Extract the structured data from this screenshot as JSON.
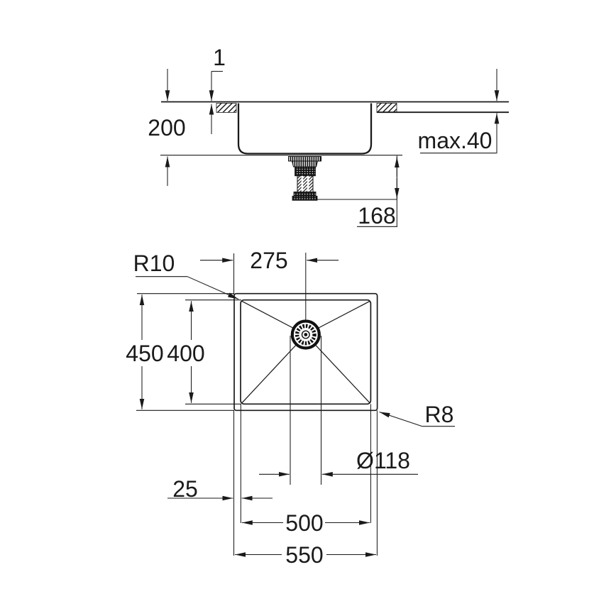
{
  "drawing": {
    "type": "sink installation dimensional drawing",
    "colors": {
      "line": "#1a1a1a",
      "background": "#ffffff"
    },
    "section_view": {
      "name": "side section view",
      "dims": {
        "rim_above_counter": "1",
        "bowl_depth": "200",
        "max_counter_thickness": "max.40",
        "drain_below_bowl": "168"
      }
    },
    "plan_view": {
      "name": "top plan view",
      "dims": {
        "inner_corner_radius": "R10",
        "drain_center_from_left": "275",
        "overall_depth": "450",
        "bowl_inner_depth": "400",
        "outer_corner_radius": "R8",
        "drain_hole_diameter": "Ø118",
        "rim_margin": "25",
        "bowl_inner_width": "500",
        "overall_width": "550"
      }
    }
  }
}
